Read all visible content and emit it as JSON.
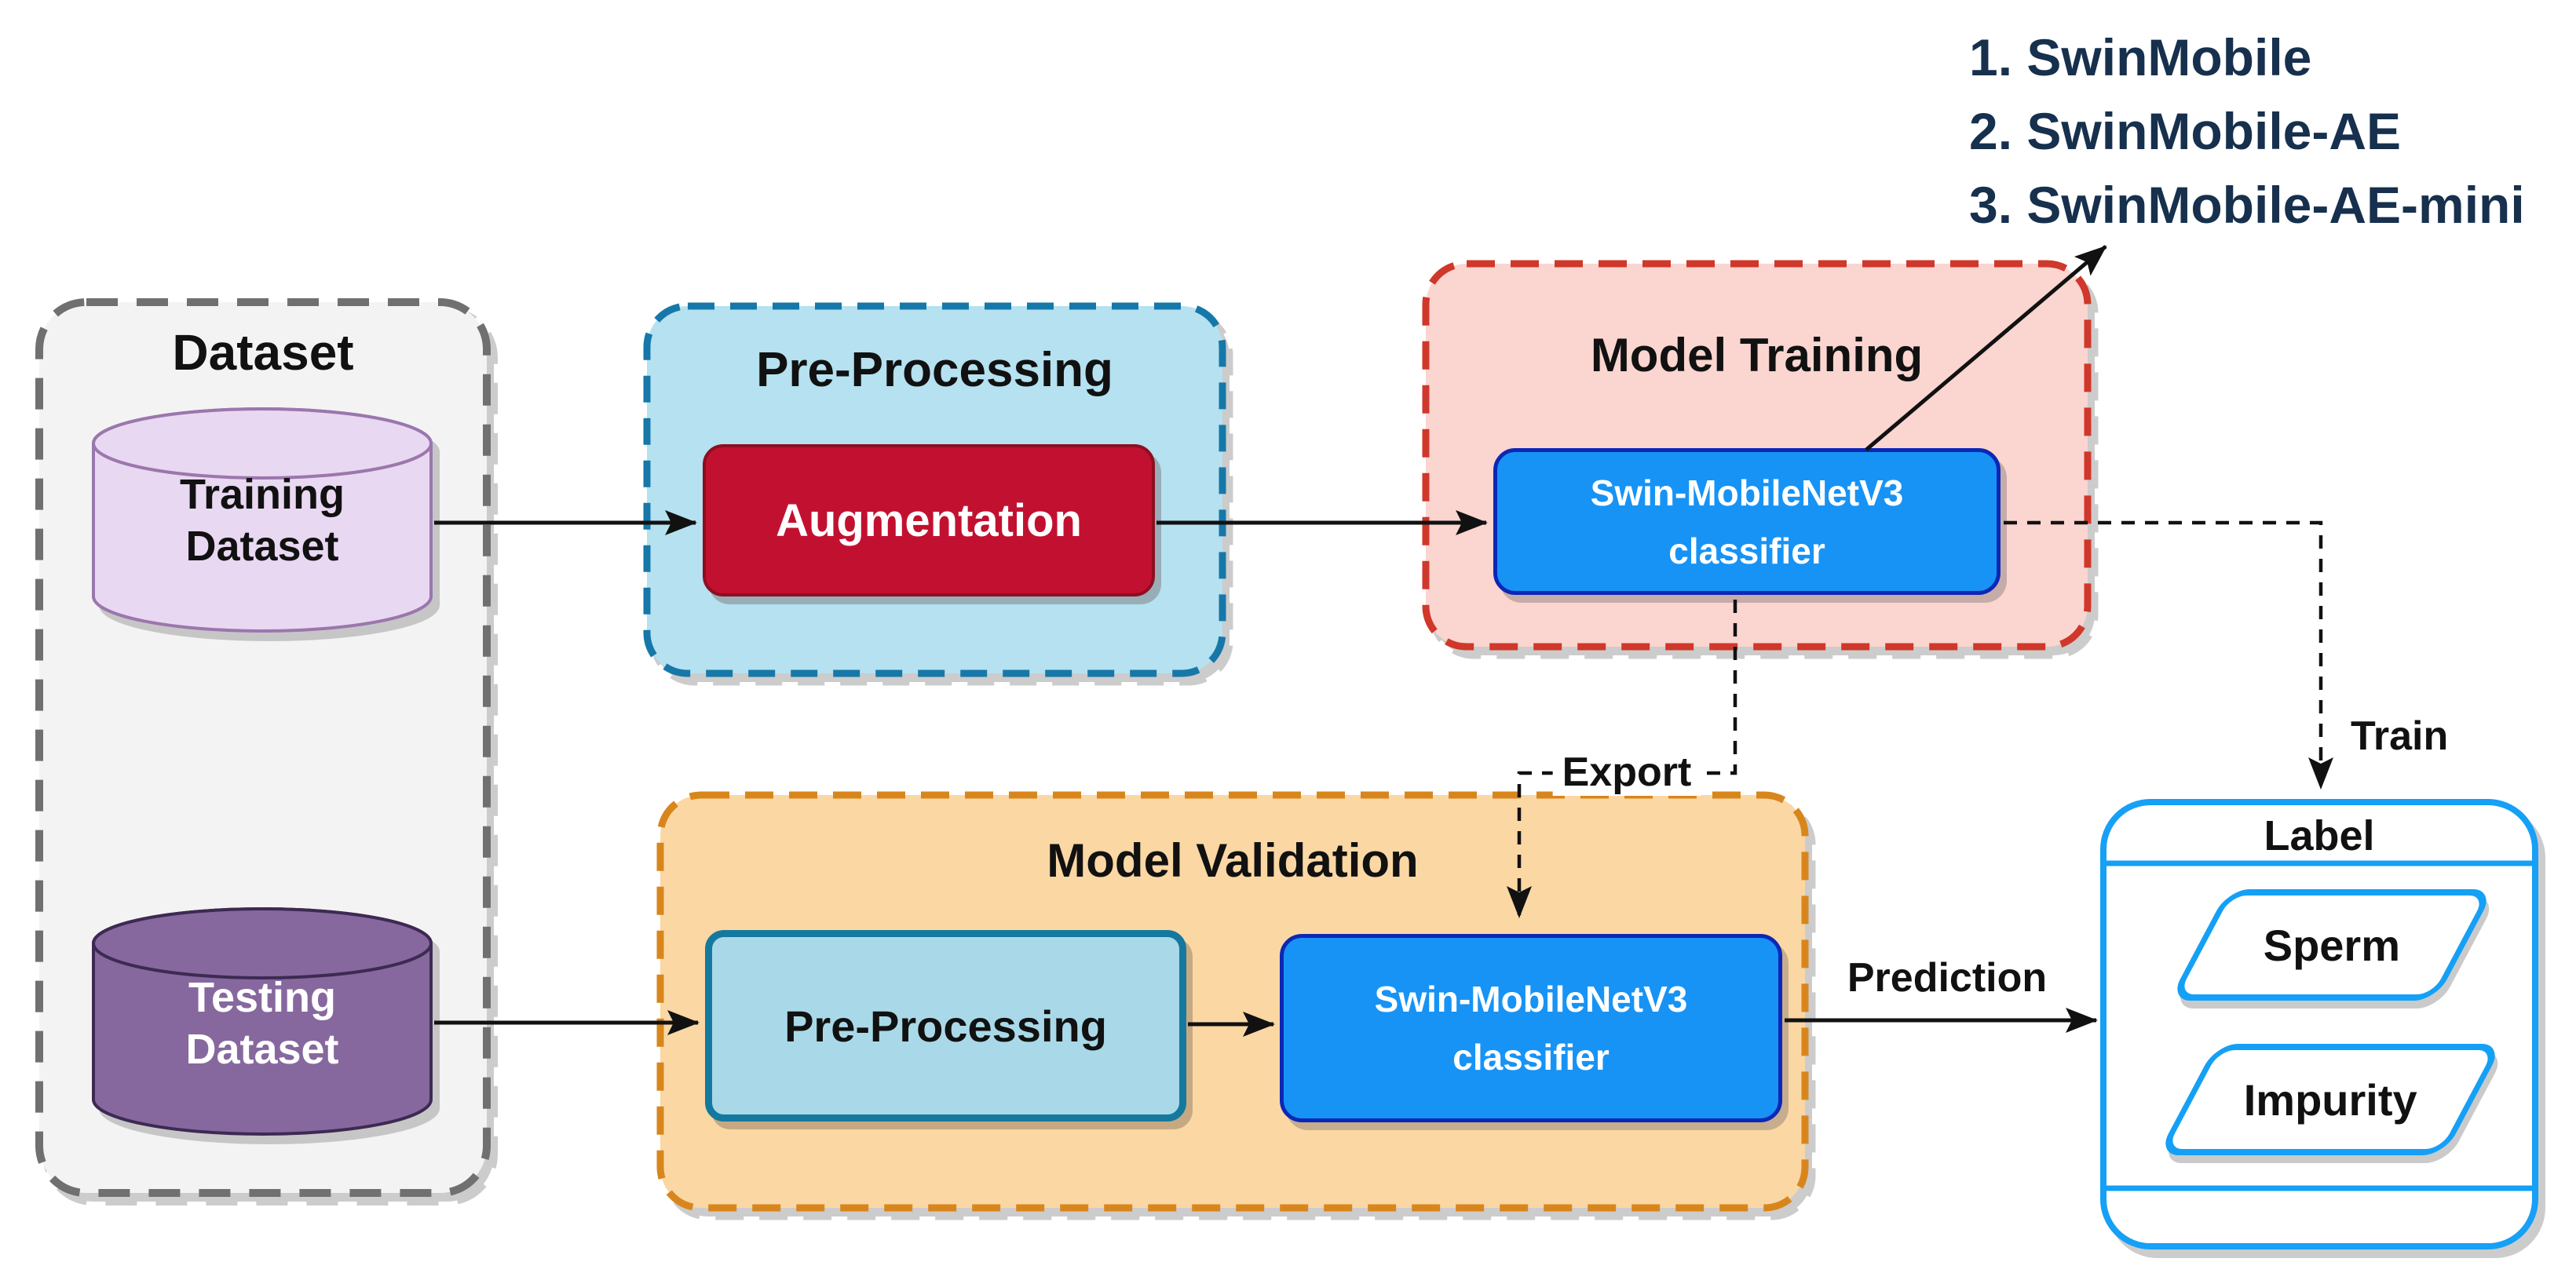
{
  "model_variants": {
    "items": [
      "1. SwinMobile",
      "2. SwinMobile-AE",
      "3. SwinMobile-AE-mini"
    ]
  },
  "dataset": {
    "title": "Dataset",
    "training_label": "Training\nDataset",
    "testing_label": "Testing\nDataset"
  },
  "preprocessing": {
    "title": "Pre-Processing",
    "augmentation_label": "Augmentation"
  },
  "model_training": {
    "title": "Model Training",
    "classifier_label": "Swin-MobileNetV3\nclassifier"
  },
  "model_validation": {
    "title": "Model Validation",
    "preprocessing_label": "Pre-Processing",
    "classifier_label": "Swin-MobileNetV3\nclassifier"
  },
  "label_output": {
    "title": "Label",
    "classes": [
      "Sperm",
      "Impurity"
    ]
  },
  "edge_labels": {
    "export": "Export",
    "train": "Train",
    "prediction": "Prediction"
  },
  "colors": {
    "dataset_fill": "#f4f3f4",
    "dataset_border": "#6f6f6f",
    "training_cylinder_fill": "#e9d8f1",
    "training_cylinder_border": "#9a77ad",
    "testing_cylinder_fill": "#86689e",
    "testing_cylinder_border": "#3e2b52",
    "preprocessing_fill": "#b5e1f0",
    "preprocessing_border": "#1478a8",
    "augmentation_fill": "#c21130",
    "augmentation_border": "#8f0e20",
    "model_training_fill": "#fbd5d0",
    "model_training_border": "#cf382a",
    "classifier_fill": "#1793f5",
    "classifier_border": "#0c27b5",
    "model_validation_fill": "#fbd7a4",
    "model_validation_border": "#d8861d",
    "val_preprocessing_fill": "#a9d9e8",
    "val_preprocessing_border": "#15799f",
    "label_fill": "#ffffff",
    "label_border": "#14a0f6",
    "arrow": "#111111",
    "list_text": "#16304d"
  }
}
